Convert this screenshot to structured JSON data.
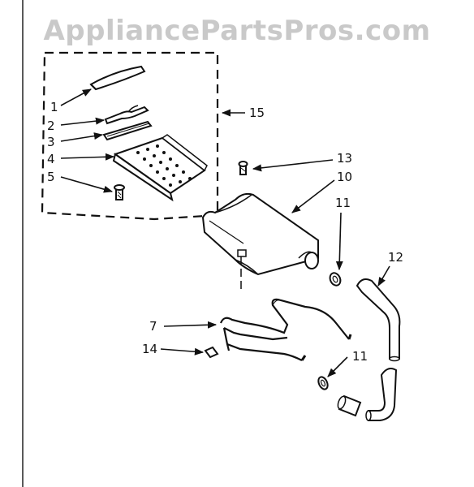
{
  "watermark": "AppliancePartsPros.com",
  "callouts": {
    "c1": "1",
    "c2": "2",
    "c3": "3",
    "c4": "4",
    "c5": "5",
    "c15": "15",
    "c13": "13",
    "c10": "10",
    "c11a": "11",
    "c12": "12",
    "c7": "7",
    "c14": "14",
    "c11b": "11"
  }
}
